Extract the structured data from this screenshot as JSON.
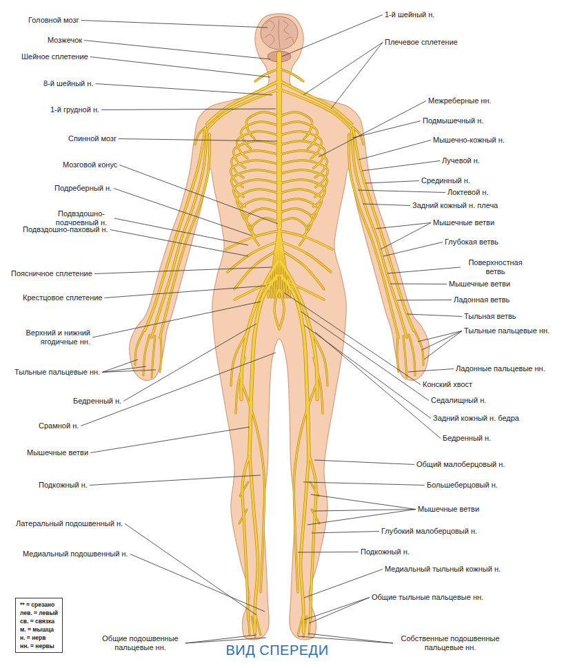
{
  "diagram": {
    "caption": "ВИД СПЕРЕДИ",
    "nodes": [
      {
        "text": [
          "** = срезано",
          "лев. = левый",
          "св. = связка",
          "м. = мышца",
          "н. = нерв",
          "нн. = нервы"
        ]
      }
    ],
    "labels": [
      "Головной мозг",
      "Мозжечок",
      "Шейное сплетение",
      "8-й шейный н.",
      "1-й грудной н.",
      "Спинной мозг",
      "Мозговой конус",
      "Подреберный н.",
      "Подвздошно- подчревный н.",
      "Подвздошно-паховый н.",
      "Поясничное сплетение",
      "Крестцовое сплетение",
      "Верхний и нижний ягодичные нн.",
      "Тыльные пальцевые нн.",
      "Бедренный н.",
      "Срамной н.",
      "Мышечные ветви",
      "Подкожный н.",
      "Латеральный подошвенный н.",
      "Медиальный подошвенный н.",
      "Общие подошвенные пальцевые нн.",
      "1-й шейный н.",
      "Плечевое сплетение",
      "Межреберные нн.",
      "Подмышечный н.",
      "Мышечно-кожный н.",
      "Лучевой н.",
      "Срединный н.",
      "Локтевой н.",
      "Задний кожный н. плеча",
      "Мышечные ветви",
      "Глубокая ветвь",
      "Поверхностная ветвь",
      "Мышечные ветви",
      "Ладонная ветвь",
      "Тыльная ветвь",
      "Тыльные пальцевые нн.",
      "Ладонные пальцевые нн.",
      "Конский хвост",
      "Седалищный н.",
      "Задний кожный н. бедра",
      "Бедренный н.",
      "Общий малоберцовый н.",
      "Большеберцовый н.",
      "Мышечные ветви",
      "Глубокий малоберцовый н.",
      "Подкожный н.",
      "Медиальный тыльный кожный н.",
      "Общие тыльные пальцевые нн.",
      "Собственные подошвенные пальцевые нн."
    ]
  }
}
